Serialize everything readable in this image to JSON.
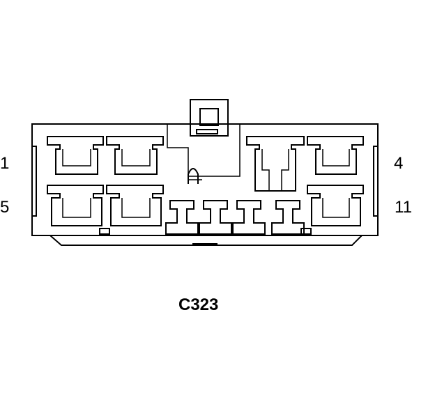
{
  "connector": {
    "id": "C323",
    "pin_labels": {
      "top_left": "1",
      "bottom_left": "5",
      "top_right": "4",
      "bottom_right": "11"
    }
  },
  "colors": {
    "line": "#000000",
    "background": "#ffffff"
  }
}
